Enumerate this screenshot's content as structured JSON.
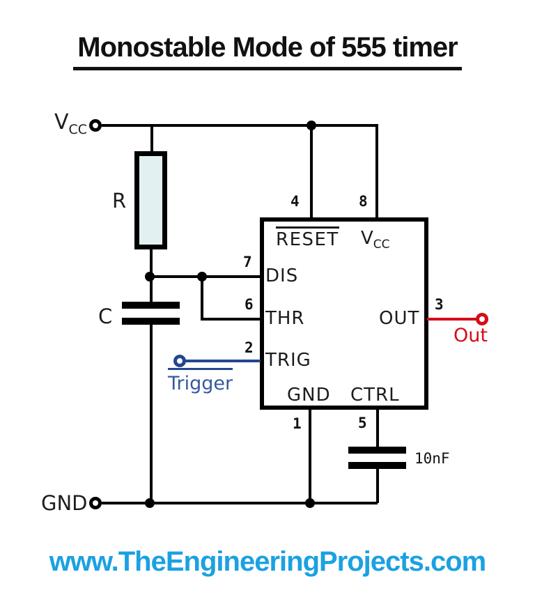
{
  "title": "Monostable Mode of 555 timer",
  "website": "www.TheEngineeringProjects.com",
  "supply": {
    "vcc_main": "V",
    "vcc_sub": "CC",
    "gnd": "GND"
  },
  "components": {
    "resistor": "R",
    "capacitor": "C",
    "ctrl_capacitor_value": "10nF"
  },
  "io": {
    "trigger": "Trigger",
    "out": "Out"
  },
  "chip": {
    "pins": {
      "reset": {
        "num": "4",
        "label": "RESET"
      },
      "vcc": {
        "num": "8",
        "label_main": "V",
        "label_sub": "CC"
      },
      "dis": {
        "num": "7",
        "label": "DIS"
      },
      "thr": {
        "num": "6",
        "label": "THR"
      },
      "trig": {
        "num": "2",
        "label": "TRIG"
      },
      "out": {
        "num": "3",
        "label": "OUT"
      },
      "gnd": {
        "num": "1",
        "label": "GND"
      },
      "ctrl": {
        "num": "5",
        "label": "CTRL"
      }
    }
  },
  "colors": {
    "wire": "#000000",
    "trigger_blue": "#24478f",
    "trigger_text_blue": "#35599f",
    "out_red": "#d40d17",
    "resistor_fill": "#e2f0f1",
    "url_blue": "#1ba1e2"
  }
}
